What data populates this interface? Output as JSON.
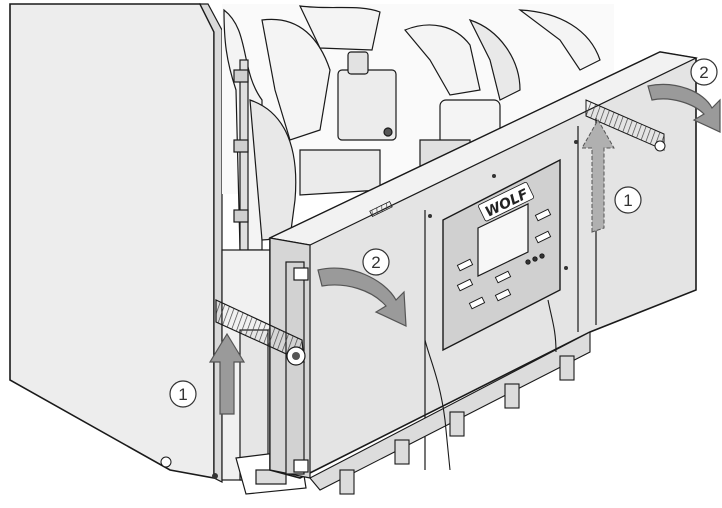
{
  "brand": {
    "logo_text": "WOLF"
  },
  "callouts": [
    {
      "label": "1"
    },
    {
      "label": "2"
    },
    {
      "label": "2"
    },
    {
      "label": "1"
    }
  ],
  "colors": {
    "outline": "#1a1a1a",
    "panel_fill": "#e2e2e2",
    "panel_fill_light": "#eeeeee",
    "arrow_fill": "#9a9a9a",
    "arrow_stroke": "#555555",
    "hatch_fill": "#8c8c8c"
  }
}
